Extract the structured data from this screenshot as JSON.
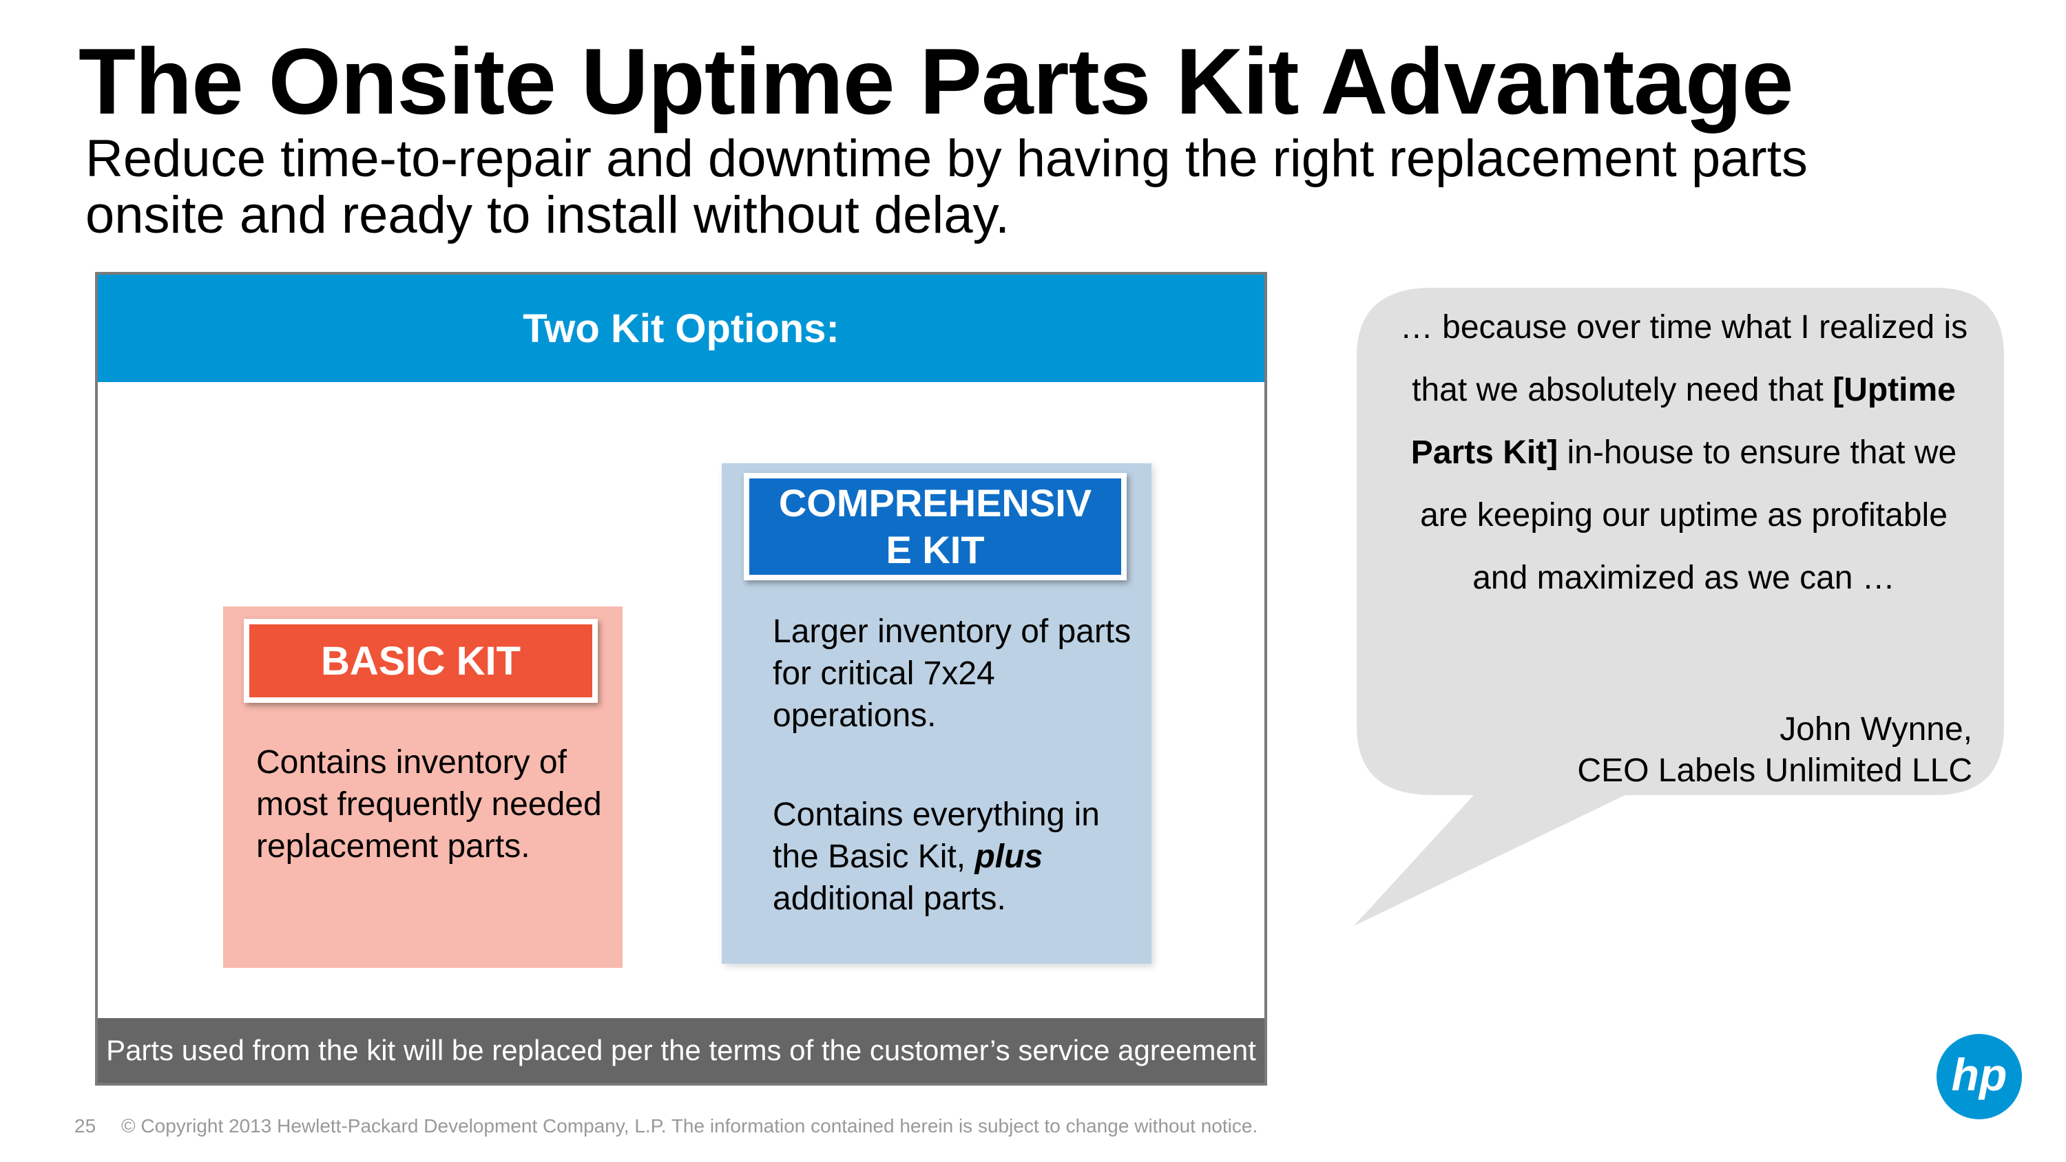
{
  "slide": {
    "title": "The Onsite Uptime Parts Kit Advantage",
    "subtitle": "Reduce time-to-repair and downtime by having the right replacement parts onsite and ready to install without delay."
  },
  "panel": {
    "header": "Two Kit Options:",
    "footer": "Parts used from the kit will be replaced per the terms of the customer’s service agreement",
    "basic_kit": {
      "label": "BASIC KIT",
      "description": "Contains inventory of most frequently needed replacement parts."
    },
    "comprehensive_kit": {
      "label_line1": "COMPREHENSIV",
      "label_line2": "E KIT",
      "description1": "Larger inventory of parts for critical 7x24 operations.",
      "description2_prefix": "Contains everything in the Basic Kit, ",
      "description2_emphasis": "plus",
      "description2_suffix": " additional parts."
    }
  },
  "quote": {
    "prefix": "… because over time what I realized is that we absolutely need that ",
    "emphasis": "[Uptime Parts Kit]",
    "suffix": " in-house to ensure that we are keeping our uptime as profitable and maximized as we can …",
    "author": "John Wynne,",
    "author_title": "CEO Labels Unlimited LLC"
  },
  "footer": {
    "page_number": "25",
    "copyright": "© Copyright 2013 Hewlett-Packard Development Company, L.P.  The information contained herein is subject to change without notice."
  },
  "logo": {
    "text": "hp",
    "icon": "hp-logo-icon",
    "color": "#0096d6"
  },
  "colors": {
    "header_blue": "#0096d6",
    "basic_red": "#ef5438",
    "basic_bg": "#f8b9ae",
    "comp_blue": "#0e6ec7",
    "comp_bg": "#bcd1e3",
    "footer_gray": "#666666",
    "bubble_gray": "#e0e0e0"
  }
}
